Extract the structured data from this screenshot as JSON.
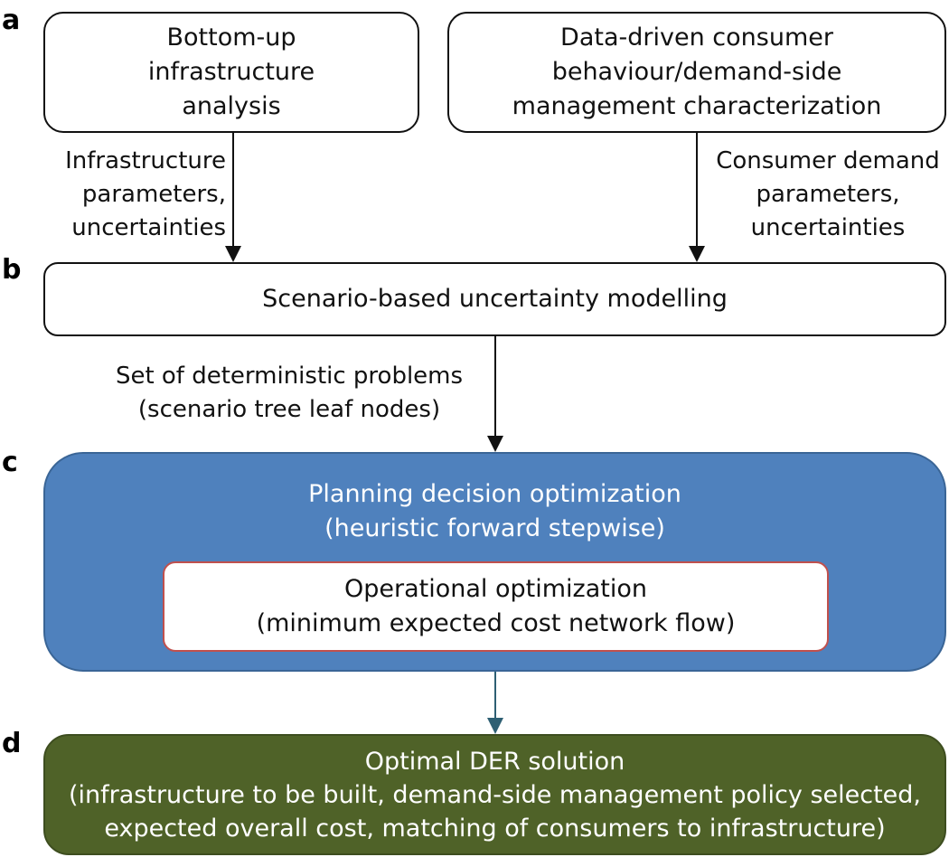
{
  "panel_labels": {
    "a": "a",
    "b": "b",
    "c": "c",
    "d": "d"
  },
  "box_bottom_up": {
    "lines": [
      "Bottom-up",
      "infrastructure",
      "analysis"
    ]
  },
  "box_data_driven": {
    "lines": [
      "Data-driven consumer",
      "behaviour/demand-side",
      "management characterization"
    ]
  },
  "label_infrastructure_params": {
    "lines": [
      "Infrastructure",
      "parameters,",
      "uncertainties"
    ]
  },
  "label_consumer_params": {
    "lines": [
      "Consumer demand",
      "parameters,",
      "uncertainties"
    ]
  },
  "box_scenario": {
    "text": "Scenario-based uncertainty modelling"
  },
  "label_deterministic": {
    "lines": [
      "Set of deterministic problems",
      "(scenario tree leaf nodes)"
    ]
  },
  "box_planning": {
    "lines": [
      "Planning decision optimization",
      "(heuristic forward stepwise)"
    ]
  },
  "box_operational": {
    "lines": [
      "Operational optimization",
      "(minimum expected cost network flow)"
    ]
  },
  "box_optimal": {
    "lines": [
      "Optimal DER solution",
      "(infrastructure to be built, demand-side management policy selected,",
      "expected overall cost, matching of consumers to infrastructure)"
    ]
  },
  "colors": {
    "planning_fill": "#4f81bd",
    "operational_border": "#c0504d",
    "optimal_fill": "#4f6228",
    "arrow_dark": "#111111",
    "arrow_teal": "#2e5f73"
  }
}
